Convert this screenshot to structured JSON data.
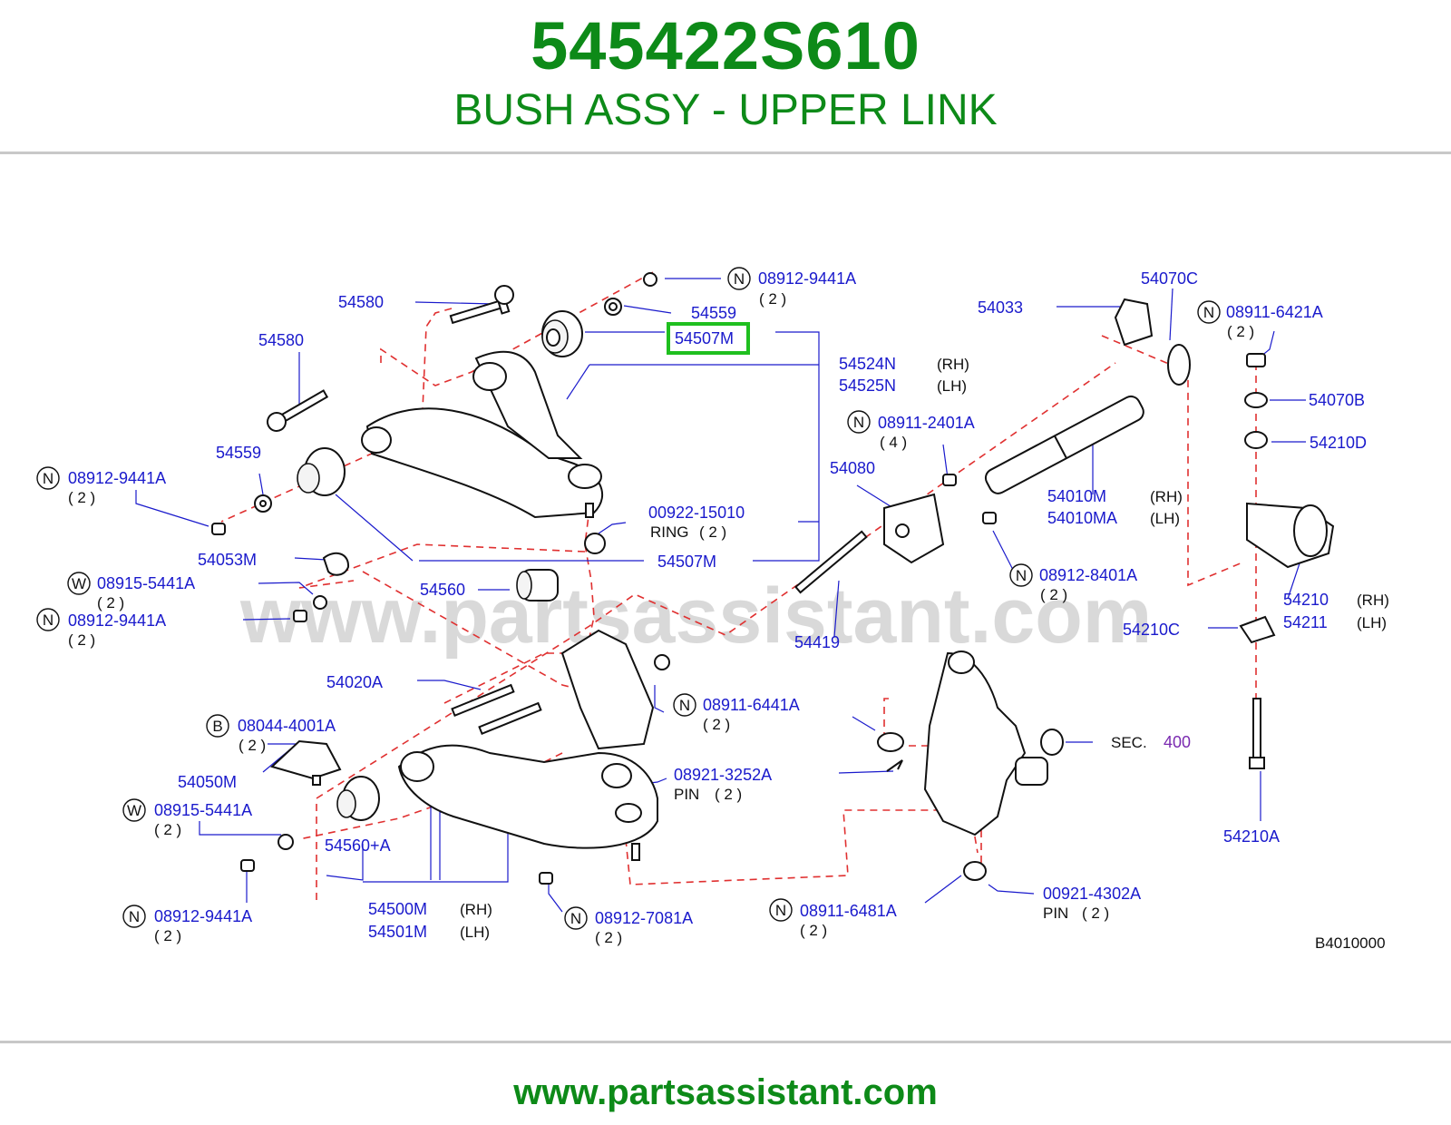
{
  "header": {
    "part_number": "545422S610",
    "part_name": "BUSH ASSY - UPPER LINK"
  },
  "watermark": "www.partsassistant.com",
  "footer": {
    "url": "www.partsassistant.com"
  },
  "diagram": {
    "code": "B4010000",
    "highlight": "54507M",
    "labels": {
      "p54580a": "54580",
      "p54580b": "54580",
      "p08912_9441a_top": "08912-9441A",
      "q2_top": "( 2 )",
      "p54559a": "54559",
      "p54507m_hl": "54507M",
      "p54524n": "54524N",
      "rh1": "(RH)",
      "p54525n": "54525N",
      "lh1": "(LH)",
      "p54559b": "54559",
      "p08912_9441a_left": "08912-9441A",
      "q2_left1": "( 2 )",
      "p00922": "00922-15010",
      "ring": "RING",
      "q2_ring": "( 2 )",
      "p54053m": "54053M",
      "p54507m": "54507M",
      "p08915_5441a_a": "08915-5441A",
      "q2_w1": "( 2 )",
      "p54560": "54560",
      "p08912_9441a_b": "08912-9441A",
      "q2_left2": "( 2 )",
      "p54020a": "54020A",
      "p08044": "08044-4001A",
      "q2_b": "( 2 )",
      "p54050m": "54050M",
      "p08915_5441a_b": "08915-5441A",
      "q2_w2": "( 2 )",
      "p54560a": "54560+A",
      "p08912_9441a_c": "08912-9441A",
      "q2_left3": "( 2 )",
      "p54500m": "54500M",
      "rh2": "(RH)",
      "p54501m": "54501M",
      "lh2": "(LH)",
      "p08912_7081a": "08912-7081A",
      "q2_7081": "( 2 )",
      "p08911_6441a": "08911-6441A",
      "q2_6441": "( 2 )",
      "p08921": "08921-3252A",
      "pin1": "PIN",
      "q2_pin1": "( 2 )",
      "p08911_6481a": "08911-6481A",
      "q2_6481": "( 2 )",
      "p00921": "00921-4302A",
      "pin2": "PIN",
      "q2_pin2": "( 2 )",
      "sec": "SEC.",
      "sec_num": "400",
      "p54033": "54033",
      "p54070c": "54070C",
      "p08911_6421a": "08911-6421A",
      "q2_6421": "( 2 )",
      "p54070b": "54070B",
      "p54210d": "54210D",
      "p08911_2401a": "08911-2401A",
      "q4": "( 4 )",
      "p54080": "54080",
      "p54010m": "54010M",
      "rh3": "(RH)",
      "p54010ma": "54010MA",
      "lh3": "(LH)",
      "p08912_8401a": "08912-8401A",
      "q2_8401": "( 2 )",
      "p54419": "54419",
      "p54210": "54210",
      "rh4": "(RH)",
      "p54211": "54211",
      "lh4": "(LH)",
      "p54210c": "54210C",
      "p54210a": "54210A",
      "n": "N",
      "w": "W",
      "b": "B"
    }
  },
  "colors": {
    "brand_green": "#0d8a18",
    "label_blue": "#1a1acc",
    "dash_red": "#e03030",
    "highlight_green": "#1fbf1f",
    "sec_purple": "#7a2ab0"
  }
}
